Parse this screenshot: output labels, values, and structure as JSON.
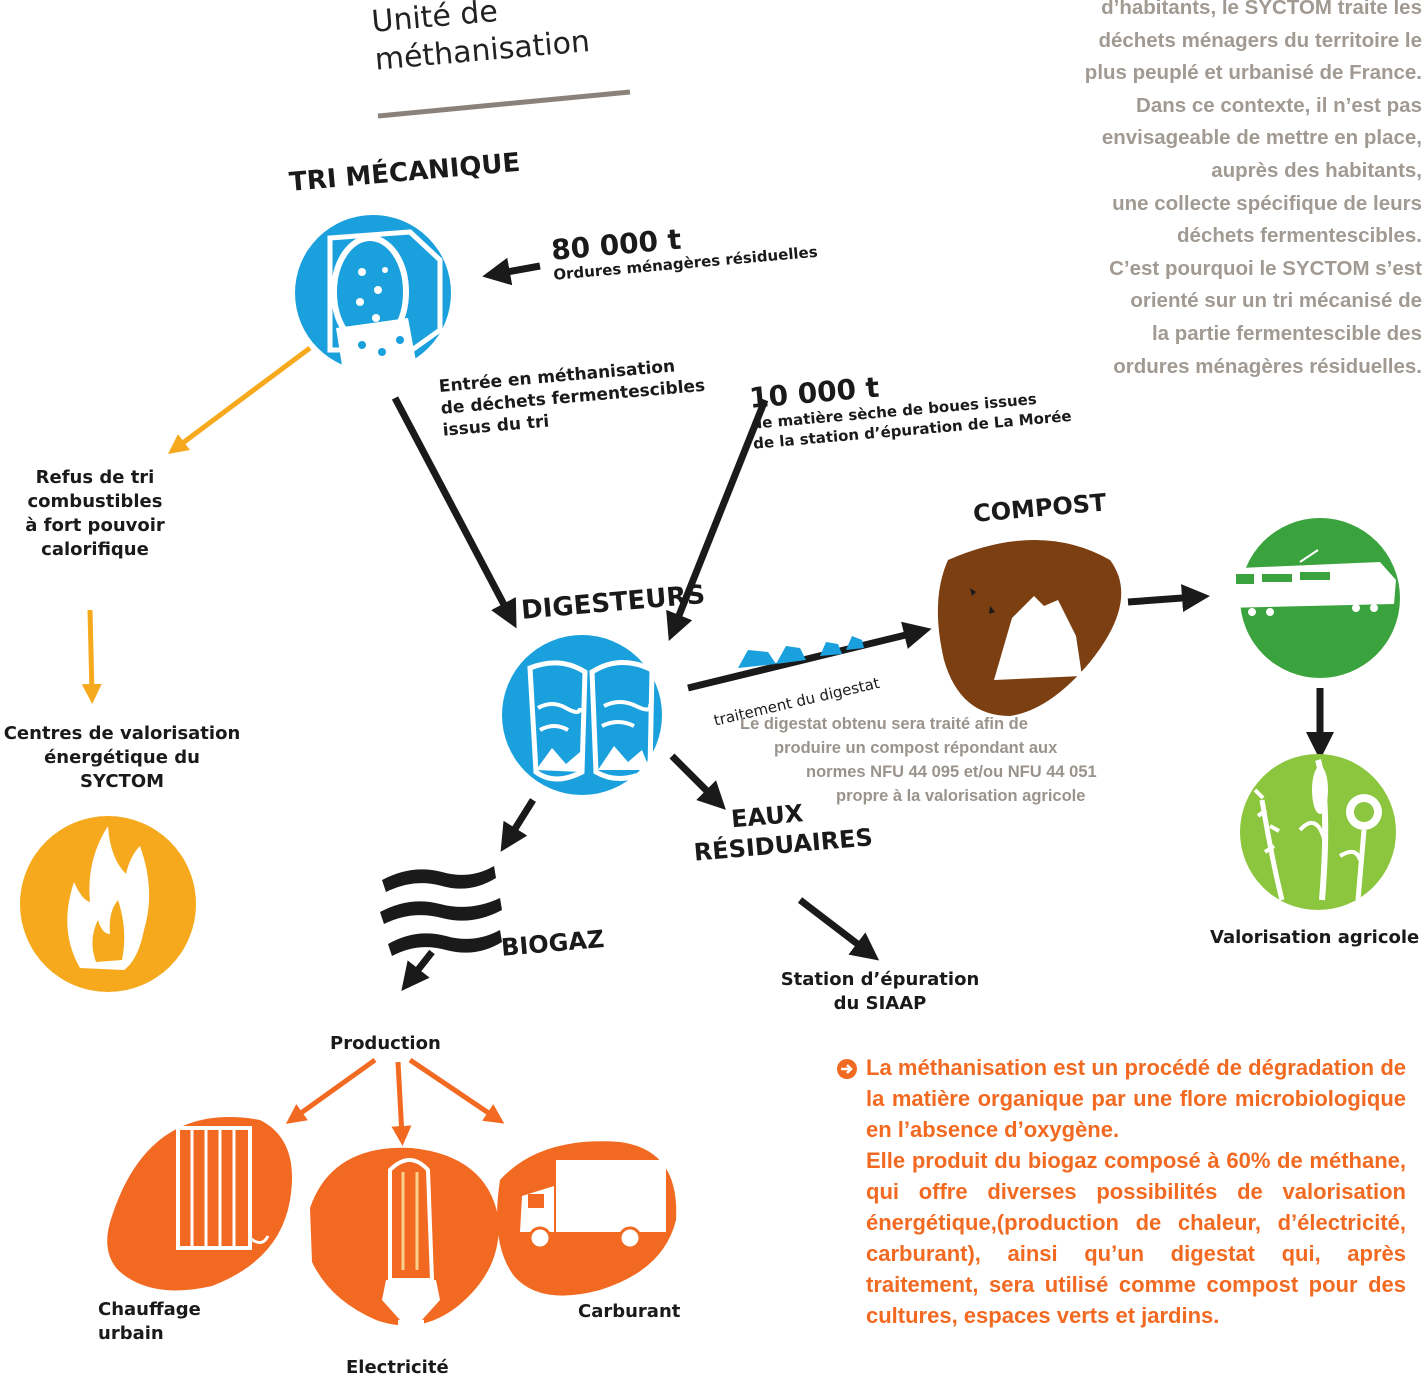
{
  "title": {
    "line1": "Unité de",
    "line2": "méthanisation"
  },
  "intro": {
    "lines": [
      "d’habitants, le SYCTOM traite les",
      "déchets ménagers du territoire le",
      "plus peuplé et urbanisé de France.",
      "Dans ce contexte, il n’est pas",
      "envisageable de mettre en place,",
      "auprès des habitants,",
      "une collecte spécifique de leurs",
      "déchets fermentescibles.",
      "C’est pourquoi le SYCTOM s’est",
      "orienté sur un tri mécanisé de",
      "la partie fermentescible des",
      "ordures ménagères résiduelles."
    ]
  },
  "tri": {
    "title": "TRI MÉCANIQUE"
  },
  "input1": {
    "amount": "80 000 t",
    "label": "Ordures ménagères résiduelles"
  },
  "entry": {
    "line1": "Entrée en méthanisation",
    "line2": "de déchets fermentescibles",
    "line3": "issus du tri"
  },
  "input2": {
    "amount": "10 000 t",
    "line1": "de matière sèche de boues issues",
    "line2": "de la station d’épuration de La Morée"
  },
  "refus": {
    "line1": "Refus de tri",
    "line2": "combustibles",
    "line3": "à fort pouvoir",
    "line4": "calorifique"
  },
  "centres": {
    "line1": "Centres de valorisation",
    "line2": "énergétique du SYCTOM"
  },
  "digesteurs": {
    "title": "DIGESTEURS"
  },
  "compost": {
    "title": "COMPOST"
  },
  "traitement": {
    "label": "traitement du digestat"
  },
  "digestat_note": {
    "line1": "Le digestat obtenu sera traité afin de",
    "line2": "produire un compost répondant aux",
    "line3": "normes NFU 44 095 et/ou NFU 44 051",
    "line4": "propre à la valorisation agricole"
  },
  "eaux": {
    "line1": "EAUX",
    "line2": "RÉSIDUAIRES"
  },
  "station": {
    "line1": "Station d’épuration",
    "line2": "du SIAAP"
  },
  "biogaz": {
    "title": "BIOGAZ"
  },
  "production": {
    "label": "Production"
  },
  "chauffage": {
    "line1": "Chauffage",
    "line2": "urbain"
  },
  "electricite": {
    "label": "Electricité"
  },
  "carburant": {
    "label": "Carburant"
  },
  "valorisation": {
    "label": "Valorisation agricole"
  },
  "conclusion": {
    "p1": "La méthanisation est un procédé de dégradation de la matière organique par une flore microbiologique en l’absence d’oxygène.",
    "p2": "Elle produit du biogaz composé à 60% de méthane, qui offre diverses possibilités de valorisation énergétique,(production de chaleur, d’électricité, carburant), ainsi qu’un digestat qui, après traitement, sera utilisé comme compost pour des cultures, espaces verts et jardins."
  },
  "colors": {
    "blue": "#1aa0dd",
    "orange": "#f26a21",
    "yellow": "#f6a91c",
    "brown": "#7b3f12",
    "green": "#3aa33e",
    "lightgreen": "#8cc63f",
    "grey_text": "#a19a93"
  }
}
